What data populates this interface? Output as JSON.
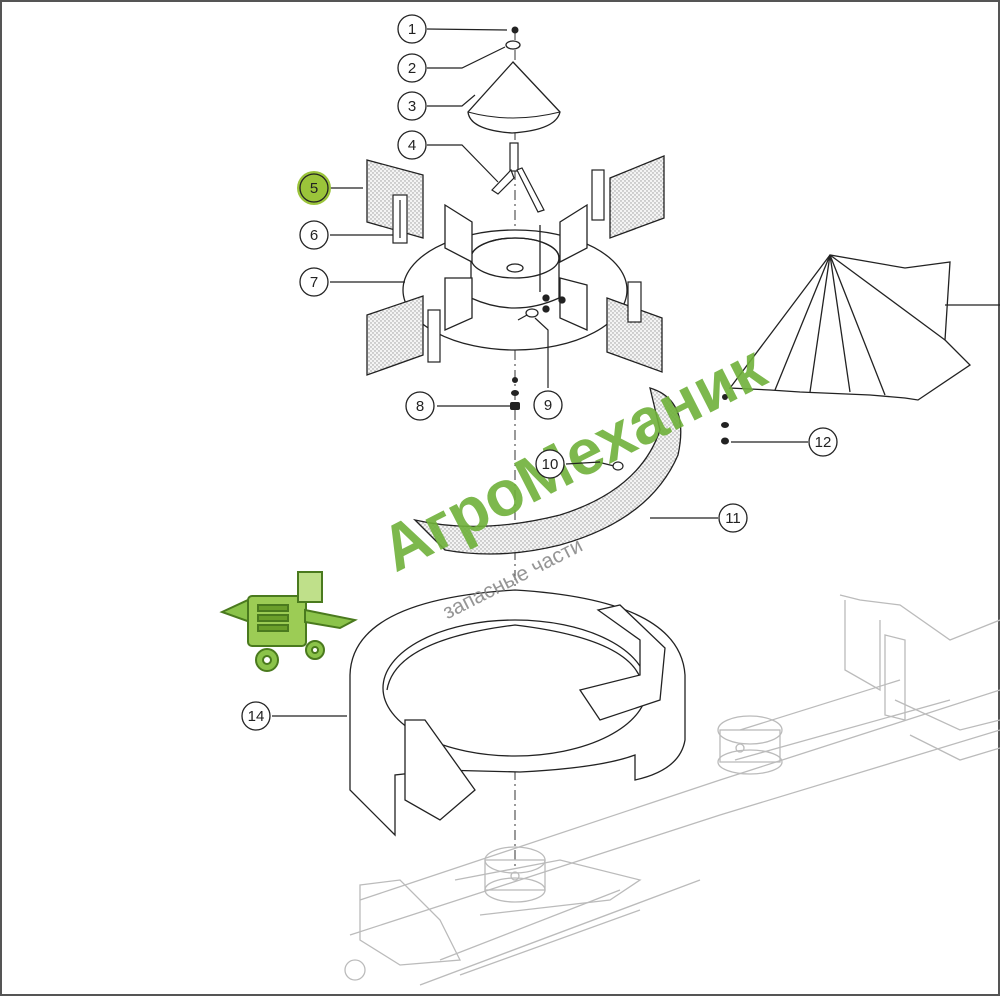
{
  "callouts": [
    {
      "id": "1",
      "label": "1",
      "highlighted": false
    },
    {
      "id": "2",
      "label": "2",
      "highlighted": false
    },
    {
      "id": "3",
      "label": "3",
      "highlighted": false
    },
    {
      "id": "4",
      "label": "4",
      "highlighted": false
    },
    {
      "id": "5",
      "label": "5",
      "highlighted": true
    },
    {
      "id": "6",
      "label": "6",
      "highlighted": false
    },
    {
      "id": "7",
      "label": "7",
      "highlighted": false
    },
    {
      "id": "8",
      "label": "8",
      "highlighted": false
    },
    {
      "id": "9",
      "label": "9",
      "highlighted": false
    },
    {
      "id": "10",
      "label": "10",
      "highlighted": false
    },
    {
      "id": "11",
      "label": "11",
      "highlighted": false
    },
    {
      "id": "12",
      "label": "12",
      "highlighted": false
    },
    {
      "id": "14",
      "label": "14",
      "highlighted": false
    }
  ],
  "watermark": {
    "brand": "АгроМеханик",
    "subtitle": "запасные части",
    "brand_color": "#6fb13a"
  },
  "colors": {
    "line": "#333333",
    "highlight": "#9bc43a",
    "hatch": "#bdbdbd",
    "border": "#555555"
  }
}
